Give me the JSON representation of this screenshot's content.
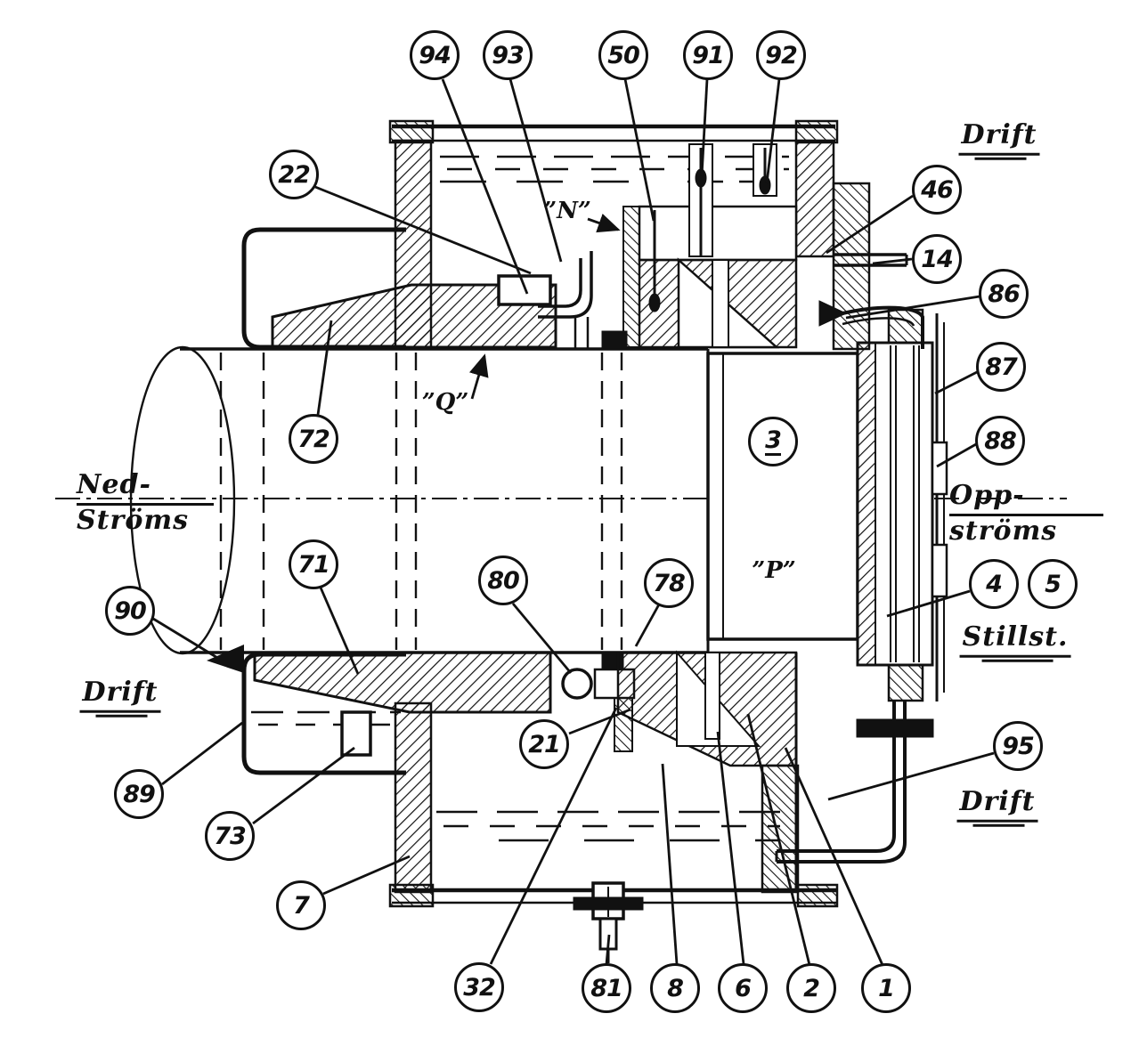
{
  "figure": {
    "type": "engineering-cross-section",
    "description_labels": {
      "drift_top": "Drift",
      "drift_left": "Drift",
      "drift_bottom": "Drift",
      "ned_line1": "Ned-",
      "ned_line2": "Ströms",
      "opp_line1": "Opp-",
      "opp_line2": "ströms",
      "stillst": "Stillst.",
      "n": "”N”",
      "q": "”Q”",
      "p": "”P”"
    },
    "callouts": {
      "c94": "94",
      "c93": "93",
      "c50": "50",
      "c91": "91",
      "c92": "92",
      "c22": "22",
      "c46": "46",
      "c14": "14",
      "c86": "86",
      "c87": "87",
      "c88": "88",
      "c72": "72",
      "c71": "71",
      "c80": "80",
      "c78": "78",
      "c3": "3",
      "c4": "4",
      "c5": "5",
      "c90": "90",
      "c89": "89",
      "c73": "73",
      "c7": "7",
      "c21": "21",
      "c95": "95",
      "c32": "32",
      "c81": "81",
      "c8": "8",
      "c6": "6",
      "c2": "2",
      "c1": "1"
    },
    "colors": {
      "ink": "#111111",
      "paper": "#ffffff"
    }
  }
}
